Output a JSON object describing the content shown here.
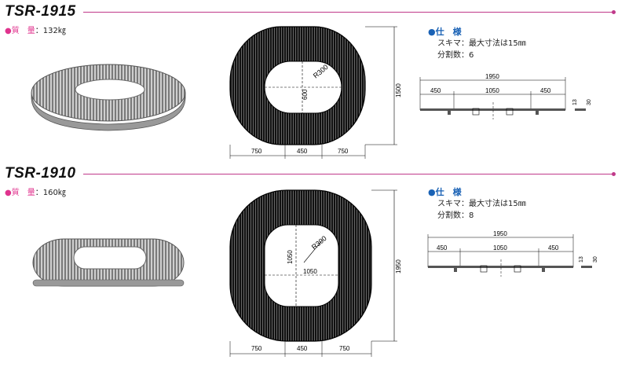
{
  "products": [
    {
      "model": "TSR-1915",
      "weight_label": "●質　量",
      "weight_value": "：132㎏",
      "dims": {
        "r": "R300",
        "inner": "600",
        "height": "1500",
        "left": "750",
        "mid": "450",
        "right": "750"
      },
      "spec_head": "●仕　様",
      "spec_gap": "スキマ：最大寸法は15㎜",
      "spec_div": "分割数：6",
      "side": {
        "total": "1950",
        "l": "450",
        "m": "1050",
        "r": "450",
        "t1": "13",
        "t2": "30"
      }
    },
    {
      "model": "TSR-1910",
      "weight_label": "●質　量",
      "weight_value": "：160㎏",
      "dims": {
        "r": "R300",
        "inner": "1050",
        "inner_w": "1050",
        "height": "1950",
        "left": "750",
        "mid": "450",
        "right": "750"
      },
      "spec_head": "●仕　様",
      "spec_gap": "スキマ：最大寸法は15㎜",
      "spec_div": "分割数：8",
      "side": {
        "total": "1950",
        "l": "450",
        "m": "1050",
        "r": "450",
        "t1": "13",
        "t2": "30"
      }
    }
  ],
  "colors": {
    "accent": "#c0398a",
    "spec": "#1a62b5",
    "weight": "#e0338e"
  }
}
